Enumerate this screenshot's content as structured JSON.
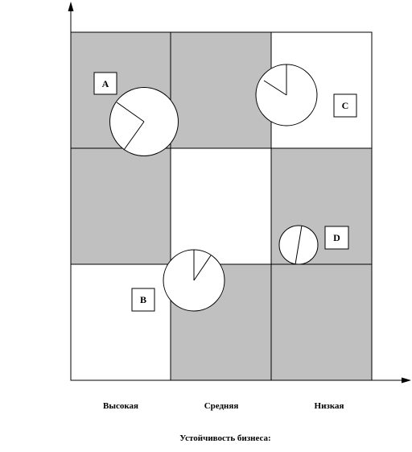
{
  "grid": {
    "rows": [
      [
        "shaded",
        "shaded",
        "white"
      ],
      [
        "shaded",
        "white",
        "shaded"
      ],
      [
        "white",
        "shaded",
        "shaded"
      ]
    ],
    "shade_color": "#c0c0c0",
    "cell_color": "#ffffff",
    "line_color": "#000000"
  },
  "columns": [
    "Высокая",
    "Средняя",
    "Низкая"
  ],
  "axis_title": "Устойчивость бизнеса:",
  "entities": [
    {
      "id": "A",
      "label": "A"
    },
    {
      "id": "B",
      "label": "B"
    },
    {
      "id": "C",
      "label": "C"
    },
    {
      "id": "D",
      "label": "D"
    }
  ]
}
